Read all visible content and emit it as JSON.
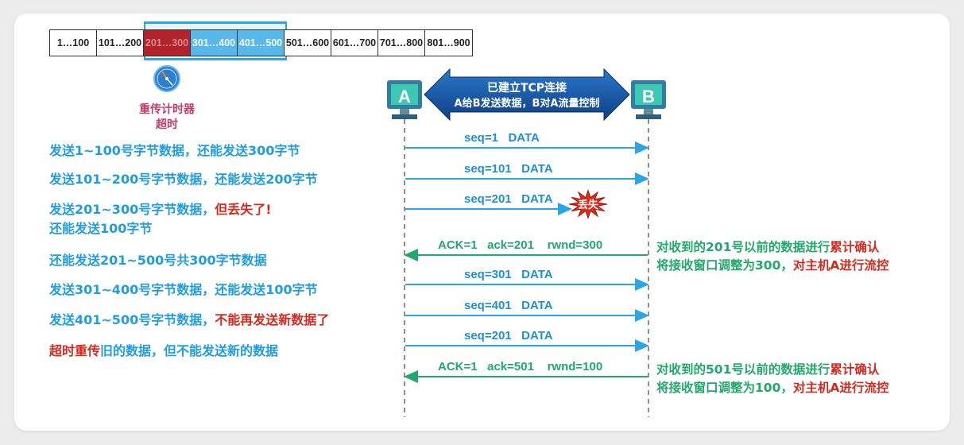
{
  "byte_blocks": [
    "1…100",
    "101…200",
    "201…300",
    "301…400",
    "401…500",
    "501…600",
    "601…700",
    "701…800",
    "801…900"
  ],
  "timer": {
    "label_line1": "重传计时器",
    "label_line2": "超时"
  },
  "banner": {
    "line1": "已建立TCP连接",
    "line2": "A给B发送数据，B对A流量控制"
  },
  "hosts": {
    "a": "A",
    "b": "B"
  },
  "messages": [
    {
      "label": "seq=1   DATA",
      "direction": "A→B"
    },
    {
      "label": "seq=101   DATA",
      "direction": "A→B"
    },
    {
      "label": "seq=201   DATA",
      "direction": "A→B",
      "lost_label": "丢失"
    },
    {
      "label": "ACK=1   ack=201    rwnd=300",
      "direction": "B→A"
    },
    {
      "label": "seq=301   DATA",
      "direction": "A→B"
    },
    {
      "label": "seq=401   DATA",
      "direction": "A→B"
    },
    {
      "label": "seq=201   DATA",
      "direction": "A→B"
    },
    {
      "label": "ACK=1   ack=501    rwnd=100",
      "direction": "B→A"
    }
  ],
  "left_notes": {
    "n1": "发送1~100号字节数据，还能发送300字节",
    "n2": "发送101~200号字节数据，还能发送200字节",
    "n3_a": "发送201~300号字节数据，",
    "n3_b": "但丢失了",
    "n3_c": "!",
    "n3_line2": "还能发送100字节",
    "n4": "还能发送201~500号共300字节数据",
    "n5": "发送301~400号字节数据，还能发送100字节",
    "n6_a": "发送401~500号字节数据，",
    "n6_b": "不能再发送新数据了",
    "n7_a": "超时重传",
    "n7_b": "旧的数据，但不能发送新的数据"
  },
  "right_notes": {
    "r1_a": "对收到的201号以前的数据进行",
    "r1_b": "累计确认",
    "r1_line2_a": "将接收窗口调整为300，",
    "r1_line2_b": "对主机A进行流控",
    "r2_a": "对收到的501号以前的数据进行",
    "r2_b": "累计确认",
    "r2_line2_a": "将接收窗口调整为100，",
    "r2_line2_b": "对主机A进行流控"
  },
  "colors": {
    "send": "#2aa5e8",
    "ack": "#22a86c",
    "lost_cell": "#b2222a",
    "window_cell": "#58b8ea",
    "banner": "#1a57a8",
    "host": "#3ec8b4"
  }
}
